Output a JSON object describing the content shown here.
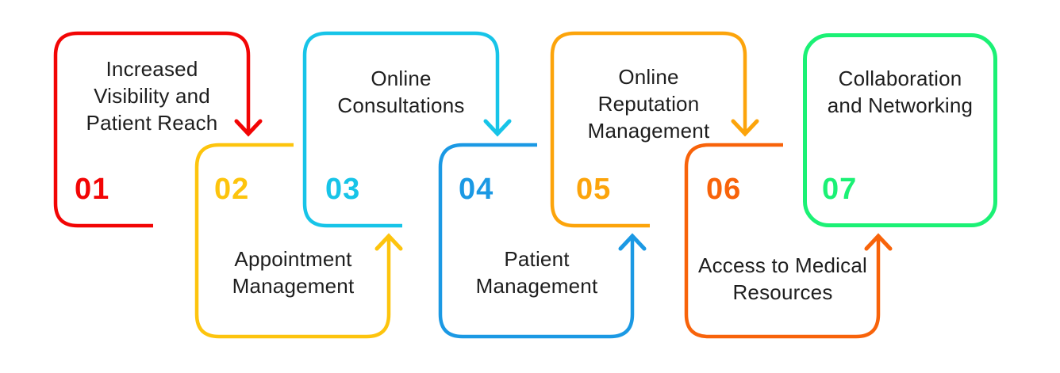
{
  "canvas": {
    "background": "#FFFFFF",
    "text_color": "#1E1E1E"
  },
  "steps": [
    {
      "number": "01",
      "label": "Increased Visibility and Patient Reach",
      "lines": [
        "Increased",
        "Visibility and",
        "Patient Reach"
      ],
      "color": "#F20505",
      "row": "top",
      "arrow": "down"
    },
    {
      "number": "02",
      "label": "Appointment Management",
      "lines": [
        "Appointment",
        "Management"
      ],
      "color": "#FDC40D",
      "row": "bottom",
      "arrow": "up"
    },
    {
      "number": "03",
      "label": "Online Consultations",
      "lines": [
        "Online",
        "Consultations"
      ],
      "color": "#17C4E8",
      "row": "top",
      "arrow": "down"
    },
    {
      "number": "04",
      "label": "Patient Management",
      "lines": [
        "Patient",
        "Management"
      ],
      "color": "#1B99E4",
      "row": "bottom",
      "arrow": "up"
    },
    {
      "number": "05",
      "label": "Online Reputation Management",
      "lines": [
        "Online",
        "Reputation",
        "Management"
      ],
      "color": "#FCA40B",
      "row": "top",
      "arrow": "down"
    },
    {
      "number": "06",
      "label": "Access to Medical Resources",
      "lines": [
        "Access to Medical",
        "Resources"
      ],
      "color": "#F8630A",
      "row": "bottom",
      "arrow": "up"
    },
    {
      "number": "07",
      "label": "Collaboration and Networking",
      "lines": [
        "Collaboration",
        "and Networking"
      ],
      "color": "#1BF175",
      "row": "top",
      "arrow": "none"
    }
  ]
}
